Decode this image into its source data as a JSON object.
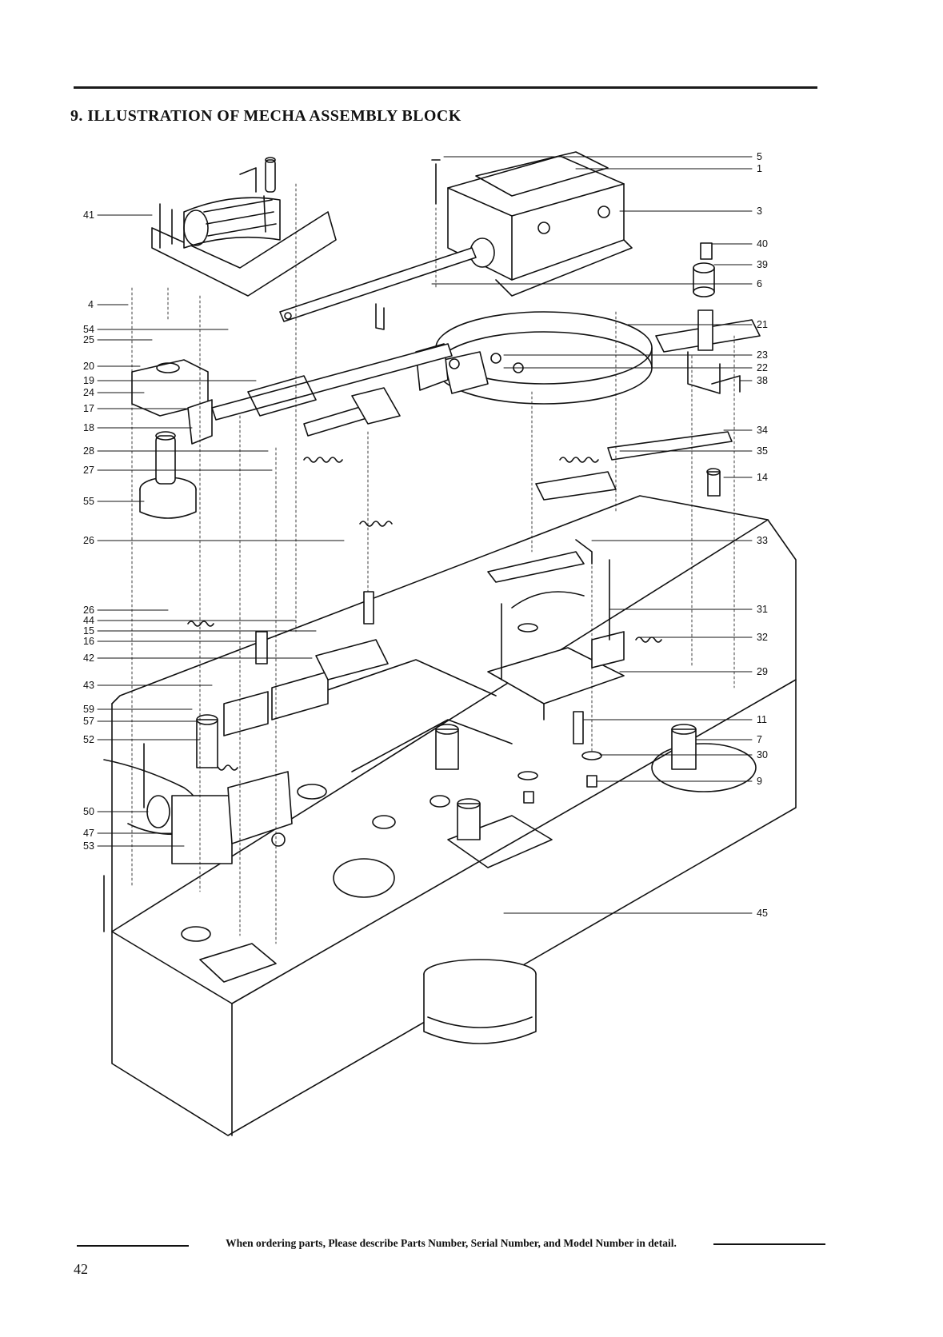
{
  "heading": {
    "title": "9.  ILLUSTRATION OF MECHA ASSEMBLY BLOCK"
  },
  "callouts_left": [
    "41",
    "4",
    "54",
    "25",
    "20",
    "19",
    "24",
    "17",
    "18",
    "28",
    "27",
    "55",
    "26",
    "26",
    "44",
    "15",
    "16",
    "42",
    "43",
    "59",
    "57",
    "52",
    "50",
    "47",
    "53"
  ],
  "callouts_right": [
    "5",
    "1",
    "3",
    "40",
    "39",
    "6",
    "21",
    "23",
    "22",
    "38",
    "34",
    "35",
    "14",
    "33",
    "31",
    "32",
    "29",
    "11",
    "7",
    "30",
    "9",
    "45"
  ],
  "footer": {
    "note": "When ordering parts, Please describe Parts Number, Serial Number, and Model Number in detail.",
    "page_number": "42"
  },
  "colors": {
    "ink": "#111111",
    "paper": "#ffffff"
  }
}
